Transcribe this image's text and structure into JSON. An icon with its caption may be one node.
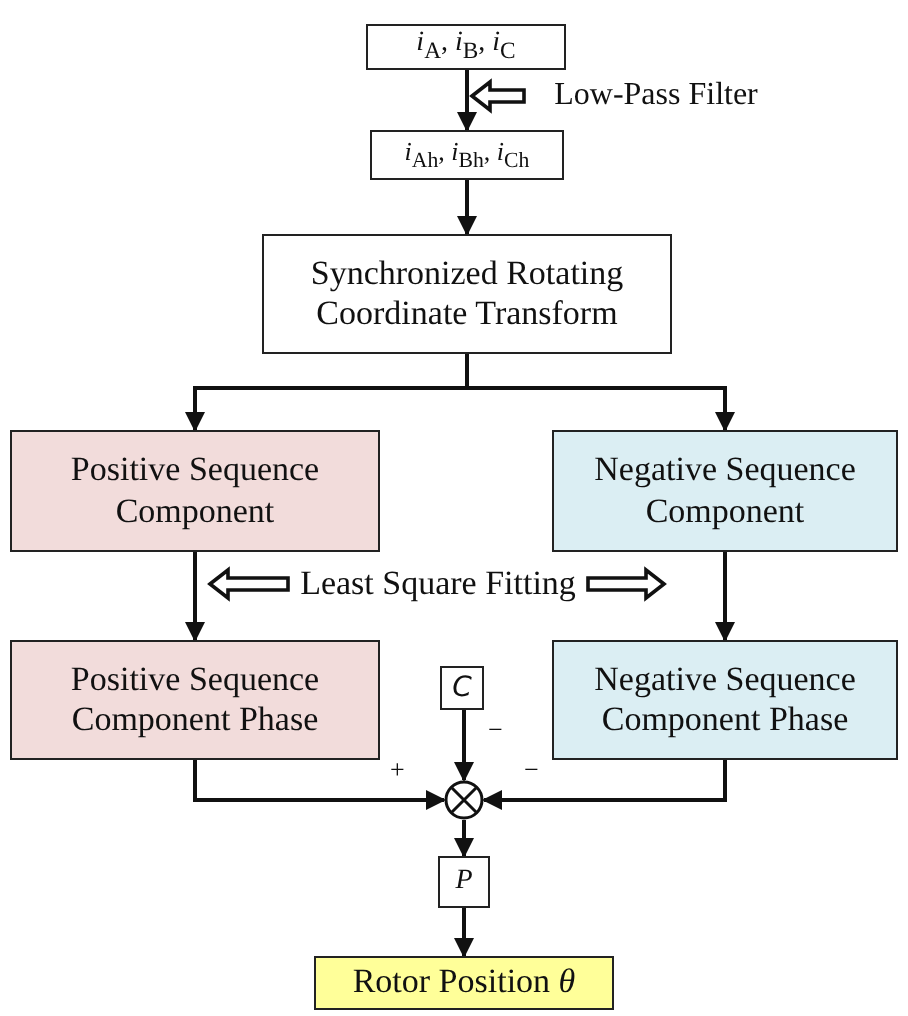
{
  "diagram": {
    "nodes": [
      {
        "text": [
          "*i*$_{A}$, *i*$_{B}$, *i*$_{C}$"
        ]
      },
      {
        "text": [
          "*i*$_{Ah}$, *i*$_{Bh}$, *i*$_{Ch}$"
        ]
      },
      {
        "text": [
          "Synchronized Rotating Coordinate Transform"
        ]
      },
      {
        "text": [
          "Positive Sequence Component"
        ]
      },
      {
        "text": [
          "Negative Sequence Component"
        ]
      },
      {
        "text": [
          "Positive Sequence Component Phase"
        ]
      },
      {
        "text": [
          "Negative Sequence Component Phase"
        ]
      },
      {
        "text": [
          "C"
        ]
      },
      {
        "text": [],
        "shape": "circle"
      },
      {
        "text": [
          "P"
        ]
      },
      {
        "text": [
          "Rotor Position *θ*"
        ]
      },
      {
        "text": [
          "Low-Pass Filter"
        ]
      },
      {
        "text": [
          "Least Square Fitting"
        ]
      }
    ],
    "edges": [
      {
        "from": 0,
        "to": 1,
        "arrow": "to"
      },
      {
        "from": 1,
        "to": 2,
        "arrow": "to"
      },
      {
        "from": 2,
        "to": 3,
        "arrow": "to"
      },
      {
        "from": 2,
        "to": 4,
        "arrow": "to"
      },
      {
        "from": 3,
        "to": 5,
        "arrow": "to"
      },
      {
        "from": 4,
        "to": 6,
        "arrow": "to"
      },
      {
        "from": 5,
        "to": 8,
        "arrow": "to"
      },
      {
        "from": 6,
        "to": 8,
        "arrow": "to"
      },
      {
        "from": 7,
        "to": 8,
        "arrow": "to"
      },
      {
        "from": 8,
        "to": 9,
        "arrow": "to"
      },
      {
        "from": 9,
        "to": 10,
        "arrow": "to"
      },
      {
        "from": 11,
        "to": null,
        "arrow": "to",
        "style": "thick"
      },
      {
        "from": 12,
        "to": null,
        "arrow": "to",
        "style": "thick"
      },
      {
        "from": 12,
        "to": null,
        "arrow": "to",
        "style": "thick"
      }
    ],
    "labels": [
      "−",
      "+",
      "−"
    ]
  }
}
